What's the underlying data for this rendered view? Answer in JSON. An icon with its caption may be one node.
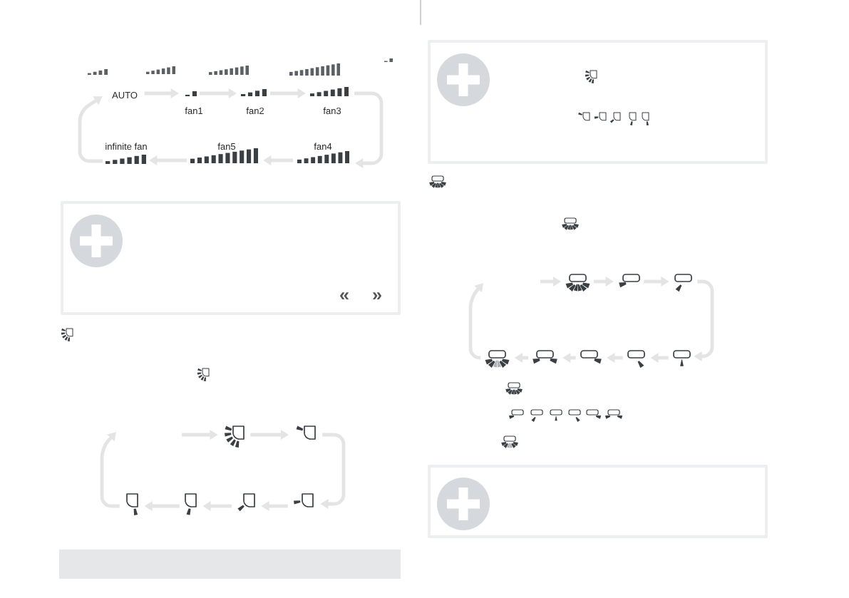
{
  "diagram": {
    "nodes": [
      {
        "text": [
          "AUTO"
        ]
      },
      {
        "text": [
          "fan1"
        ]
      },
      {
        "text": [
          "fan2"
        ]
      },
      {
        "text": [
          "fan3"
        ]
      },
      {
        "text": [
          "fan4"
        ]
      },
      {
        "text": [
          "fan5"
        ]
      },
      {
        "text": [
          "infinite fan"
        ]
      },
      {
        "text": [
          "«",
          "»"
        ]
      },
      {
        "text": [],
        "shape": "picture"
      },
      {
        "text": [],
        "shape": "picture"
      },
      {
        "text": [],
        "shape": "picture"
      },
      {
        "text": [],
        "shape": "picture"
      },
      {
        "text": [],
        "shape": "picture"
      },
      {
        "text": [],
        "shape": "picture"
      },
      {
        "text": [],
        "shape": "bar"
      },
      {
        "text": [],
        "shape": "box"
      },
      {
        "text": [],
        "shape": "picture"
      },
      {
        "text": [],
        "shape": "picture"
      },
      {
        "text": [],
        "shape": "picture"
      },
      {
        "text": [],
        "shape": "picture"
      },
      {
        "text": [],
        "shape": "picture"
      },
      {
        "text": [],
        "shape": "picture"
      },
      {
        "text": [],
        "shape": "picture"
      },
      {
        "text": [],
        "shape": "picture"
      },
      {
        "text": [],
        "shape": "box"
      }
    ],
    "edges": [
      {
        "from": 0,
        "to": 1,
        "arrow": "to"
      },
      {
        "from": 1,
        "to": 2,
        "arrow": "to"
      },
      {
        "from": 2,
        "to": 3,
        "arrow": "to"
      },
      {
        "from": 3,
        "to": 4,
        "arrow": "to"
      },
      {
        "from": 4,
        "to": 5,
        "arrow": "to"
      },
      {
        "from": 5,
        "to": 6,
        "arrow": "to"
      },
      {
        "from": 6,
        "to": 0,
        "arrow": "to"
      },
      {
        "from": null,
        "to": 8,
        "arrow": "to"
      },
      {
        "from": 8,
        "to": 9,
        "arrow": "to"
      },
      {
        "from": 9,
        "to": 10,
        "arrow": "to"
      },
      {
        "from": 10,
        "to": 11,
        "arrow": "to"
      },
      {
        "from": 11,
        "to": 12,
        "arrow": "to"
      },
      {
        "from": 12,
        "to": 13,
        "arrow": "to"
      },
      {
        "from": 13,
        "to": null,
        "arrow": "to"
      },
      {
        "from": null,
        "to": 16,
        "arrow": "to"
      },
      {
        "from": 16,
        "to": 17,
        "arrow": "to"
      },
      {
        "from": 17,
        "to": 18,
        "arrow": "to"
      },
      {
        "from": 18,
        "to": 19,
        "arrow": "to"
      },
      {
        "from": 19,
        "to": 20,
        "arrow": "to"
      },
      {
        "from": 20,
        "to": 21,
        "arrow": "to"
      },
      {
        "from": 21,
        "to": 22,
        "arrow": "to"
      },
      {
        "from": 22,
        "to": 23,
        "arrow": "to"
      },
      {
        "from": 23,
        "to": null,
        "arrow": "to"
      }
    ]
  }
}
